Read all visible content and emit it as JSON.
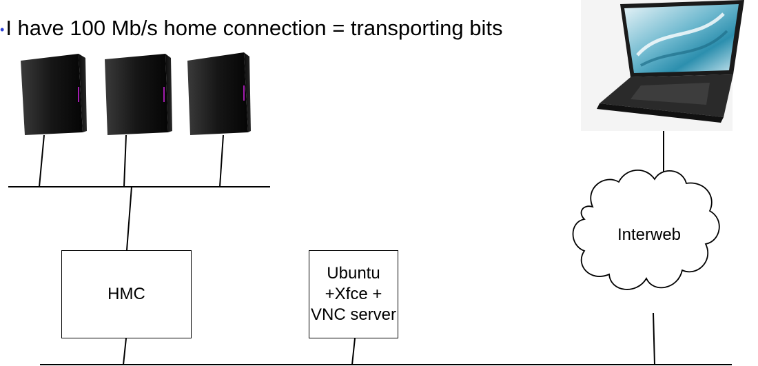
{
  "slide": {
    "bullet_text": "I have 100 Mb/s home connection = transporting bits"
  },
  "nodes": {
    "hmc_label": "HMC",
    "ubuntu_lines": [
      "Ubuntu",
      "+Xfce +",
      "VNC server"
    ],
    "cloud_label": "Interweb"
  },
  "icons": {
    "servers": [
      "server-tower-icon",
      "server-tower-icon",
      "server-tower-icon"
    ],
    "laptop": "laptop-icon",
    "cloud": "cloud-icon"
  },
  "colors": {
    "bullet": "#2b3fd6",
    "line": "#000000",
    "server_accent": "#a21caf"
  }
}
